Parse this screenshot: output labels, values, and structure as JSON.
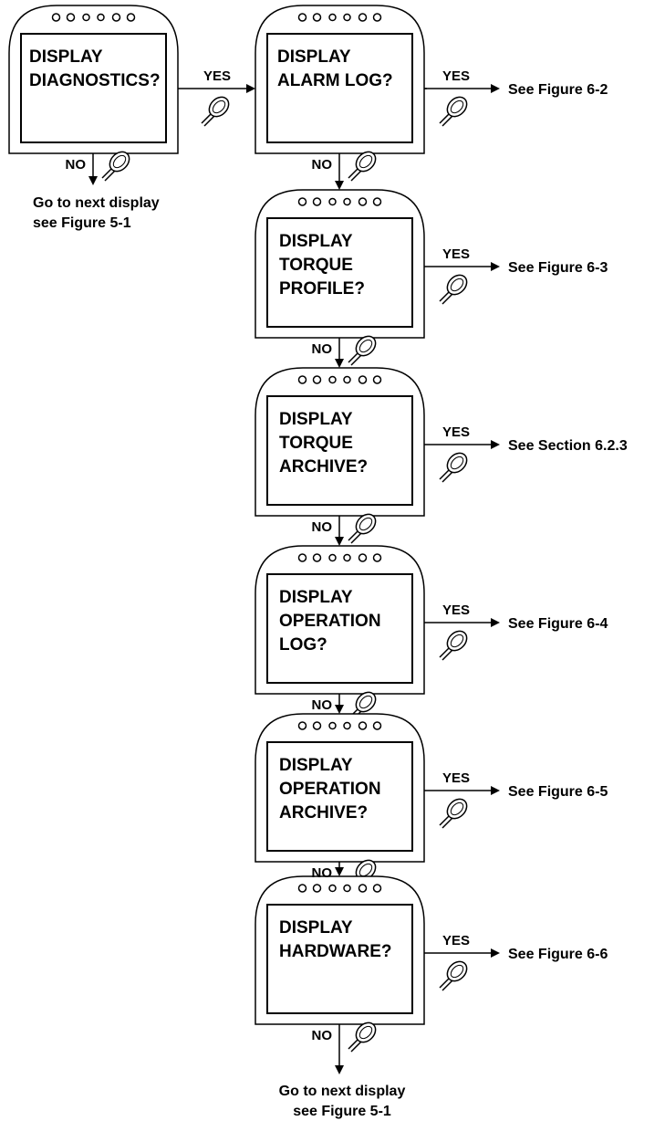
{
  "labels": {
    "yes": "YES",
    "no": "NO"
  },
  "icons": {
    "yes_knob": "rotary-knob-icon",
    "no_knob": "rotary-knob-icon",
    "leds": "led-indicator-icon"
  },
  "top": {
    "display1": {
      "lines": [
        "DISPLAY",
        "DIAGNOSTICS?"
      ]
    },
    "display2": {
      "lines": [
        "DISPLAY",
        "ALARM LOG?"
      ]
    },
    "display2_ref": "See Figure 6-2",
    "no_note": [
      "Go to next display",
      "see Figure 5-1"
    ]
  },
  "steps": [
    {
      "lines": [
        "DISPLAY",
        "TORQUE",
        "PROFILE?"
      ],
      "ref": "See Figure 6-3"
    },
    {
      "lines": [
        "DISPLAY",
        "TORQUE",
        "ARCHIVE?"
      ],
      "ref": "See Section 6.2.3"
    },
    {
      "lines": [
        "DISPLAY",
        "OPERATION",
        "LOG?"
      ],
      "ref": "See Figure 6-4"
    },
    {
      "lines": [
        "DISPLAY",
        "OPERATION",
        "ARCHIVE?"
      ],
      "ref": "See Figure 6-5"
    },
    {
      "lines": [
        "DISPLAY",
        "HARDWARE?"
      ],
      "ref": "See Figure 6-6"
    }
  ],
  "bottom_note": [
    "Go to next display",
    "see Figure 5-1"
  ]
}
